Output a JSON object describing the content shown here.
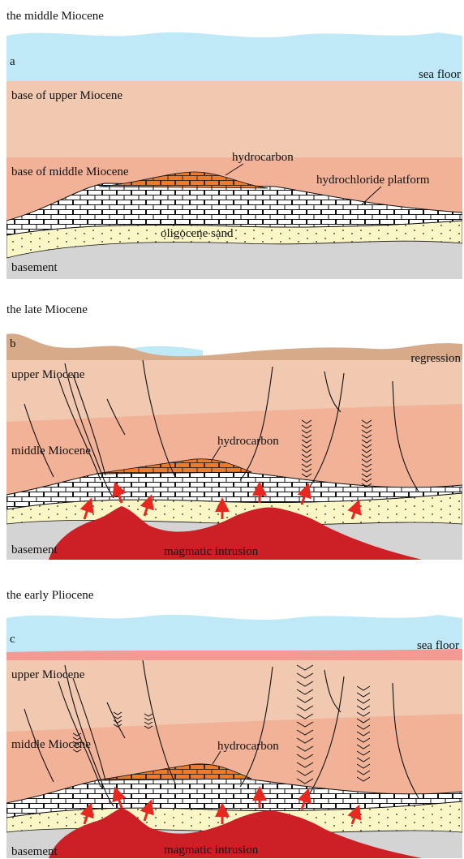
{
  "panels": [
    {
      "title": "the middle Miocene",
      "letter": "a",
      "sea_label": "sea floor",
      "layers": {
        "upper": "base of upper Miocene",
        "middle": "base of middle Miocene",
        "hydrocarbon": "hydrocarbon",
        "platform": "hydrochloride platform",
        "sand": "oligocene sand",
        "basement": "basement"
      }
    },
    {
      "title": "the late Miocene",
      "letter": "b",
      "sea_label": "regression",
      "layers": {
        "upper": "upper Miocene",
        "middle": "middle Miocene",
        "hydrocarbon": "hydrocarbon",
        "basement": "basement",
        "intrusion": "magmatic intrusion"
      }
    },
    {
      "title": "the early Pliocene",
      "letter": "c",
      "sea_label": "sea floor",
      "layers": {
        "upper": "upper Miocene",
        "middle": "middle Miocene",
        "hydrocarbon": "hydrocarbon",
        "basement": "basement",
        "intrusion": "magmatic intrusion"
      }
    }
  ],
  "colors": {
    "sea": "#bfe9f7",
    "upper_miocene": "#f1c8b0",
    "middle_miocene": "#f2b298",
    "hydrocarbon": "#f07a28",
    "sand": "#fbf6c6",
    "basement": "#d4d4d4",
    "intrusion": "#cc2026",
    "arrow": "#e8281e",
    "regression_land": "#d7aa8a",
    "pliocene_top": "#f49a95"
  }
}
